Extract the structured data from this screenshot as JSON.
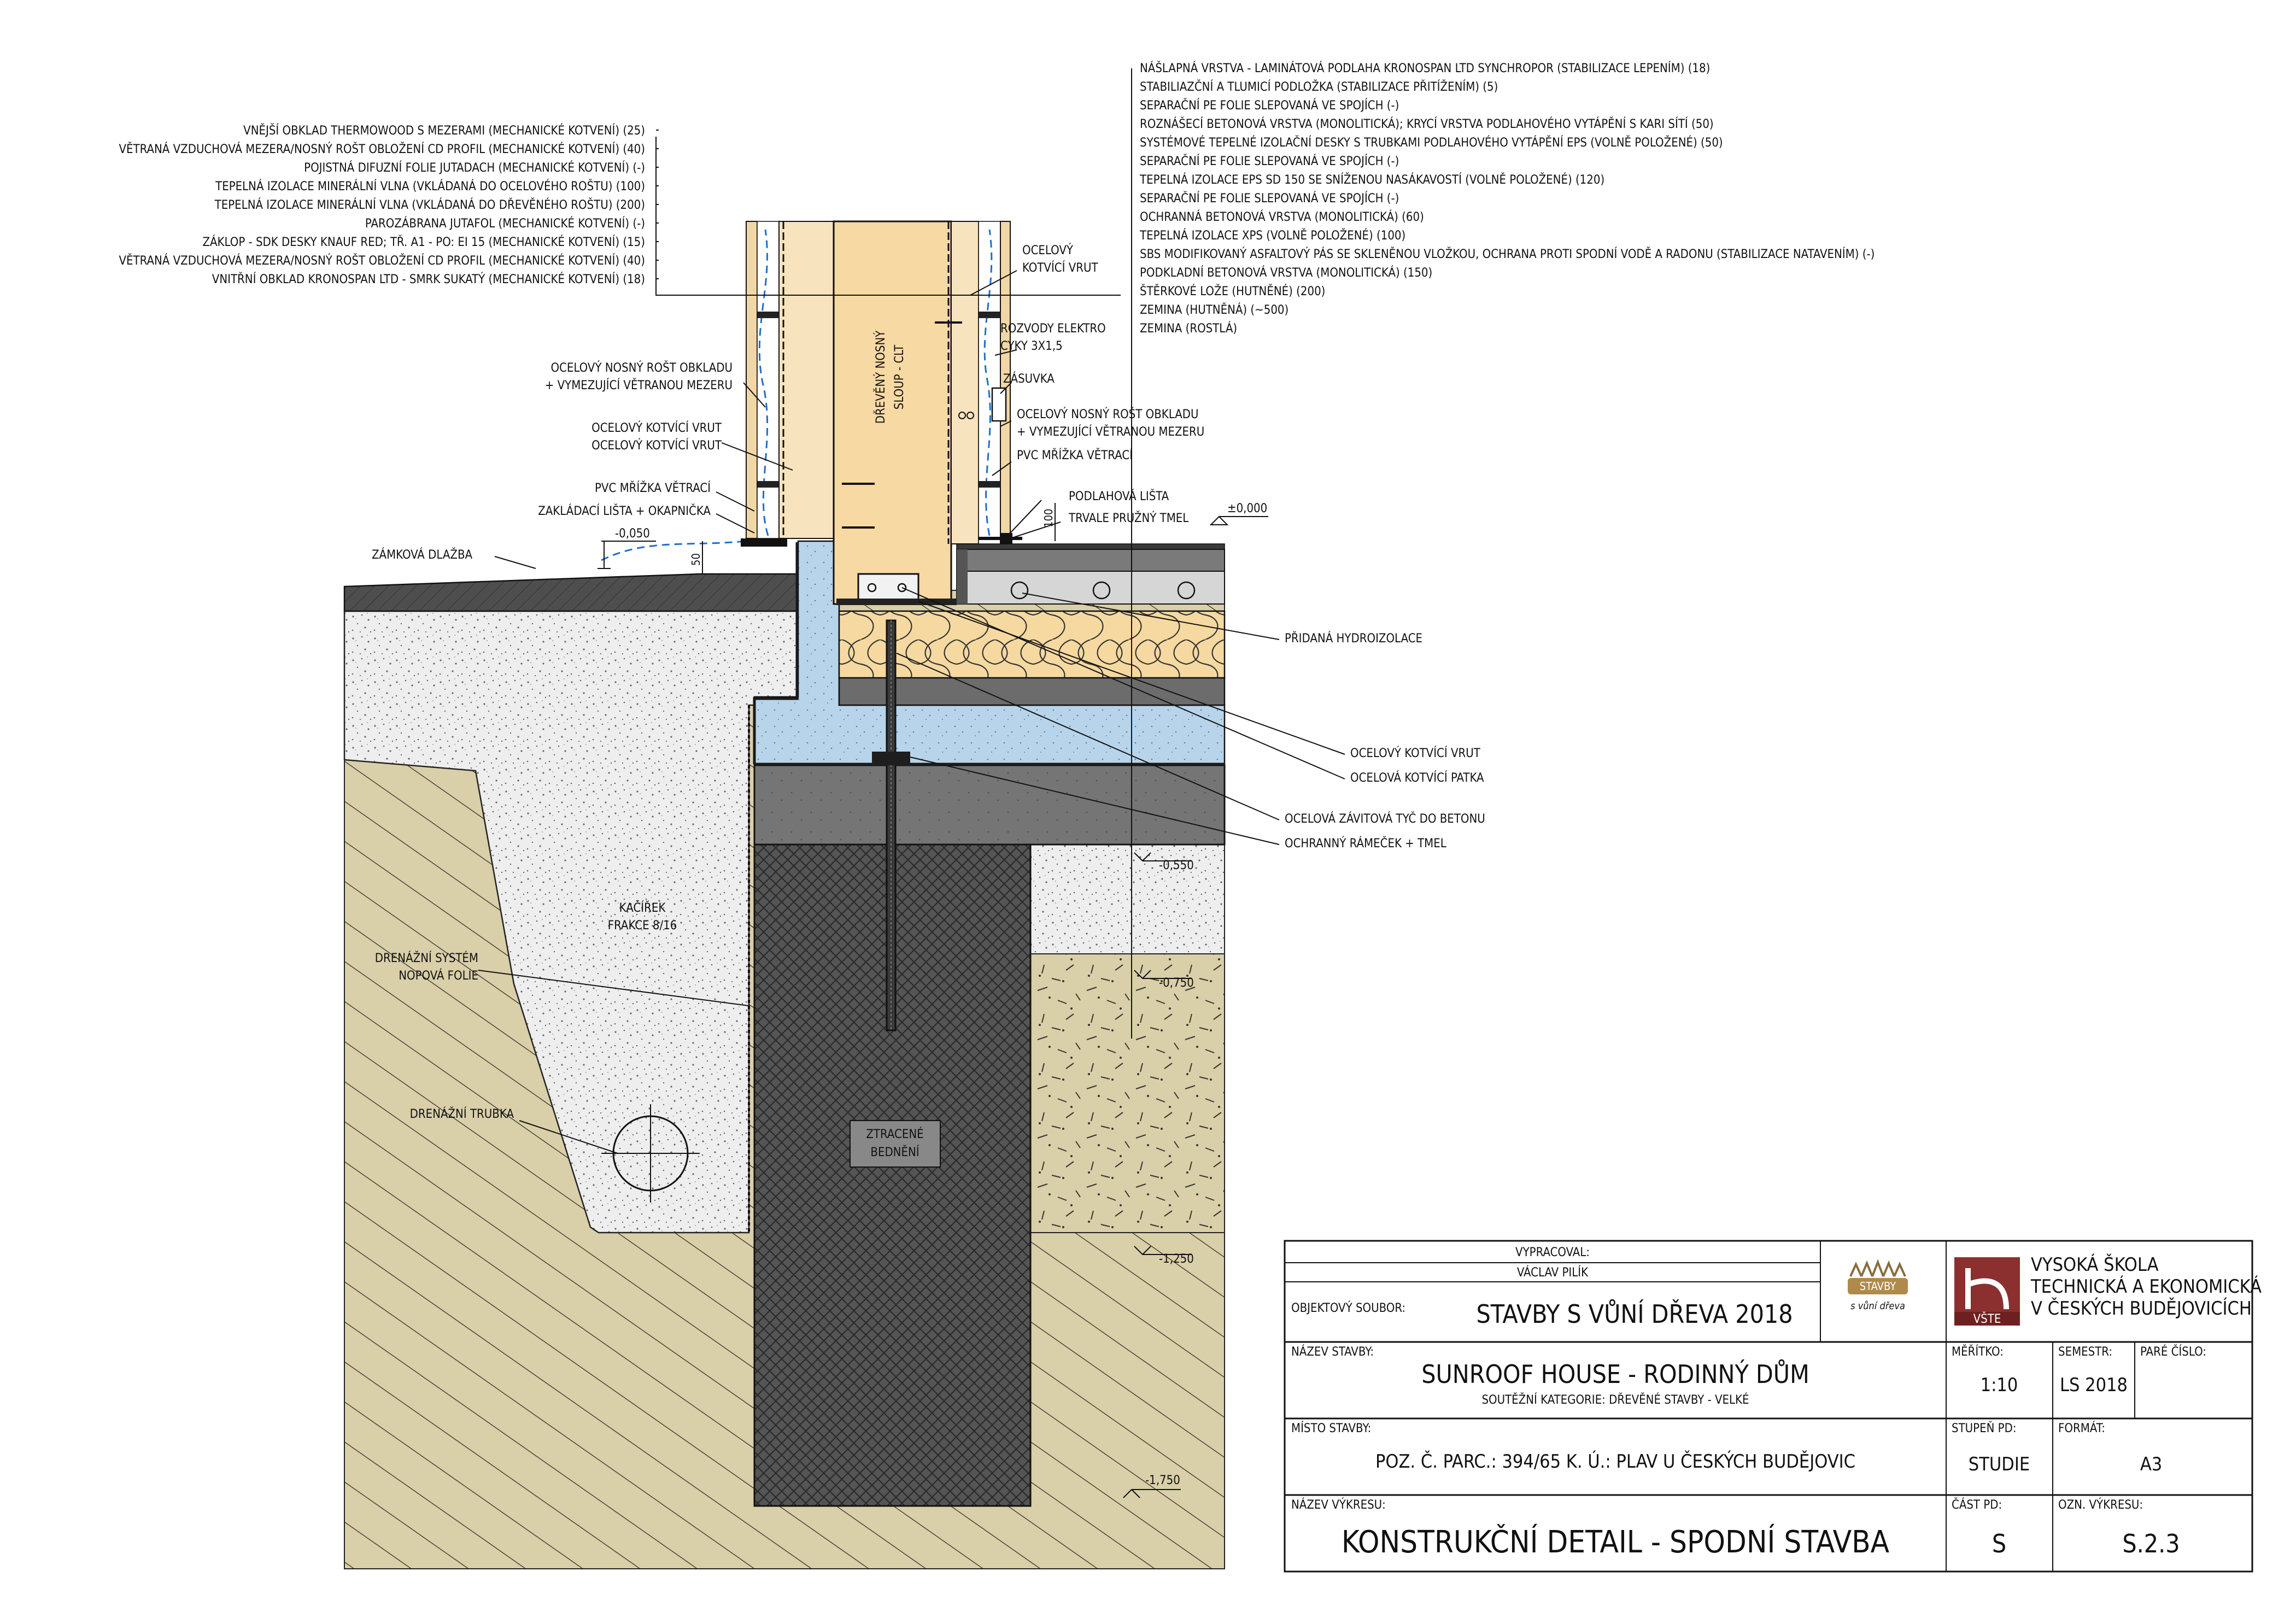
{
  "left_layers": [
    "VNĚJŠÍ OBKLAD THERMOWOOD S MEZERAMI (MECHANICKÉ KOTVENÍ) (25)",
    "VĚTRANÁ VZDUCHOVÁ MEZERA/NOSNÝ ROŠT OBLOŽENÍ CD PROFIL (MECHANICKÉ KOTVENÍ) (40)",
    "POJISTNÁ DIFUZNÍ FOLIE JUTADACH (MECHANICKÉ KOTVENÍ) (-)",
    "TEPELNÁ IZOLACE MINERÁLNÍ VLNA (VKLÁDANÁ DO OCELOVÉHO ROŠTU) (100)",
    "TEPELNÁ IZOLACE MINERÁLNÍ VLNA (VKLÁDANÁ DO DŘEVĚNÉHO ROŠTU) (200)",
    "PAROZÁBRANA JUTAFOL (MECHANICKÉ KOTVENÍ) (-)",
    "ZÁKLOP - SDK DESKY KNAUF RED; TŘ. A1 - PO: EI 15 (MECHANICKÉ KOTVENÍ) (15)",
    "VĚTRANÁ VZDUCHOVÁ MEZERA/NOSNÝ ROŠT OBLOŽENÍ CD PROFIL (MECHANICKÉ KOTVENÍ) (40)",
    "VNITŘNÍ OBKLAD KRONOSPAN LTD - SMRK SUKATÝ (MECHANICKÉ KOTVENÍ) (18)"
  ],
  "right_layers": [
    "NÁŠLAPNÁ VRSTVA - LAMINÁTOVÁ PODLAHA KRONOSPAN LTD SYNCHROPOR (STABILIZACE LEPENÍM) (18)",
    "STABILIAZČNÍ A TLUMICÍ PODLOŽKA (STABILIZACE PŘITÍŽENÍM) (5)",
    "SEPARAČNÍ PE FOLIE SLEPOVANÁ VE SPOJÍCH (-)",
    "ROZNÁŠECÍ BETONOVÁ VRSTVA (MONOLITICKÁ); KRYCÍ VRSTVA PODLAHOVÉHO VYTÁPĚNÍ S KARI SÍTÍ (50)",
    "SYSTÉMOVÉ TEPELNÉ IZOLAČNÍ DESKY S TRUBKAMI PODLAHOVÉHO VYTÁPĚNÍ EPS (VOLNĚ POLOŽENÉ) (50)",
    "SEPARAČNÍ PE FOLIE SLEPOVANÁ VE SPOJÍCH (-)",
    "TEPELNÁ IZOLACE EPS SD 150 SE SNÍŽENOU NASÁKAVOSTÍ (VOLNĚ POLOŽENÉ) (120)",
    "SEPARAČNÍ PE FOLIE SLEPOVANÁ VE SPOJÍCH (-)",
    "OCHRANNÁ BETONOVÁ VRSTVA (MONOLITICKÁ) (60)",
    "TEPELNÁ IZOLACE XPS  (VOLNĚ POLOŽENÉ) (100)",
    "SBS MODIFIKOVANÝ ASFALTOVÝ PÁS SE SKLENĚNOU VLOŽKOU, OCHRANA PROTI SPODNÍ VODĚ A RADONU (STABILIZACE NATAVENÍM) (-)",
    "PODKLADNÍ BETONOVÁ VRSTVA (MONOLITICKÁ) (150)",
    "ŠTĚRKOVÉ LOŽE (HUTNĚNÉ) (200)",
    "ZEMINA (HUTNĚNÁ) (~500)",
    "ZEMINA (ROSTLÁ)"
  ],
  "labels": {
    "post": [
      "DŘEVĚNÝ NOSNÝ",
      "SLOUP - CLT"
    ],
    "anchor_screw_top": [
      "OCELOVÝ",
      "KOTVÍCÍ VRUT"
    ],
    "cables": [
      "ROZVODY ELEKTRO",
      "CYKY 3X1,5"
    ],
    "socket": "ZÁSUVKA",
    "grid_right": [
      "OCELOVÝ NOSNÝ ROŠT OBKLADU",
      "+ VYMEZUJÍCÍ VĚTRANOU MEZERU"
    ],
    "pvc_grille_right": "PVC MŘÍŽKA VĚTRACÍ",
    "skirting": "PODLAHOVÁ LIŠTA",
    "sealant": "TRVALE PRUŽNÝ TMEL",
    "grid_left": [
      "OCELOVÝ NOSNÝ ROŠT OBKLADU",
      "+ VYMEZUJÍCÍ VĚTRANOU MEZERU"
    ],
    "screws_left": [
      "OCELOVÝ KOTVÍCÍ VRUT",
      "OCELOVÝ KOTVÍCÍ VRUT"
    ],
    "pvc_grille_left": "PVC MŘÍŽKA VĚTRACÍ",
    "base_strip": "ZAKLÁDACÍ LIŠTA + OKAPNIČKA",
    "paving": "ZÁMKOVÁ DLAŽBA",
    "added_waterproofing": "PŘIDANÁ HYDROIZOLACE",
    "screw_right": "OCELOVÝ KOTVÍCÍ VRUT",
    "anchor_foot": "OCELOVÁ KOTVÍCÍ PATKA",
    "threaded_rod": "OCELOVÁ ZÁVITOVÁ TYČ DO BETONU",
    "frame_sealant": "OCHRANNÝ RÁMEČEK + TMEL",
    "gravel": [
      "KAČÍŘEK",
      "FRAKCE 8/16"
    ],
    "drainage_system": [
      "DRENÁŽNÍ SYSTÉM",
      "NOPOVÁ FOLIE"
    ],
    "drain_pipe": "DRENÁŽNÍ TRUBKA",
    "formwork": [
      "ZTRACENÉ",
      "BEDNĚNÍ"
    ]
  },
  "levels": {
    "zero": "±0,000",
    "minus050": "-0,050",
    "d50": "50",
    "d100": "100",
    "minus550": "-0,550",
    "minus750": "-0,750",
    "minus1250": "-1,250",
    "minus1750": "-1,750"
  },
  "title_block": {
    "vypracoval_label": "VYPRACOVAL:",
    "vypracoval_value": "VÁCLAV PILÍK",
    "objekt_label": "OBJEKTOVÝ SOUBOR:",
    "objekt_value": "STAVBY S VŮNÍ DŘEVA 2018",
    "logo_top": "STAVBY",
    "logo_bottom": "s vůní dřeva",
    "school_badge": "VŠTE",
    "school_lines": [
      "VYSOKÁ ŠKOLA",
      "TECHNICKÁ A EKONOMICKÁ",
      "V ČESKÝCH BUDĚJOVICÍCH"
    ],
    "nazev_label": "NÁZEV STAVBY:",
    "nazev_value": "SUNROOF HOUSE - RODINNÝ DŮM",
    "nazev_sub": "SOUTĚŽNÍ KATEGORIE: DŘEVĚNÉ STAVBY - VELKÉ",
    "meritko_label": "MĚŘÍTKO:",
    "meritko_value": "1:10",
    "semestr_label": "SEMESTR:",
    "semestr_value": "LS 2018",
    "pare_label": "PARÉ ČÍSLO:",
    "misto_label": "MÍSTO STAVBY:",
    "misto_value": "POZ. Č. PARC.: 394/65 K. Ú.: PLAV U ČESKÝCH BUDĚJOVIC",
    "stupen_label": "STUPEŇ PD:",
    "stupen_value": "STUDIE",
    "format_label": "FORMÁT:",
    "format_value": "A3",
    "vykres_label": "NÁZEV VÝKRESU:",
    "vykres_value": "KONSTRUKČNÍ DETAIL - SPODNÍ STAVBA",
    "cast_label": "ČÁST PD:",
    "cast_value": "S",
    "ozn_label": "OZN. VÝKRESU:",
    "ozn_value": "S.2.3"
  },
  "colors": {
    "wood": "#f7d9a3",
    "soil": "#d9cfa8",
    "xps": "#b8d4ea",
    "concrete_dark": "#505050",
    "concrete_mid": "#707070",
    "paving": "#4a4a4a",
    "brand_red": "#8b2f2f"
  }
}
